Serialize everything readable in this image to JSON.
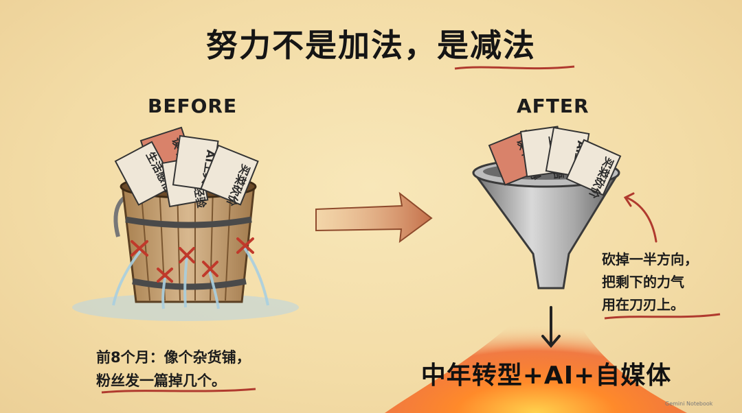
{
  "title": "努力不是加法，是减法",
  "before_label": "BEFORE",
  "after_label": "AFTER",
  "before_tags": [
    "读书心得",
    "生活感悟",
    "职场经验",
    "AI工具",
    "买菜砍价"
  ],
  "after_tags": [
    "读书心得",
    "生活感悟",
    "AI工具",
    "买菜砍价"
  ],
  "before_caption": {
    "line1": "前8个月：像个杂货铺，",
    "line2": "粉丝发一篇掉几个。"
  },
  "after_caption": {
    "line1": "砍掉一半方向，",
    "line2": "把剩下的力气",
    "line3": "用在刀刃上。"
  },
  "result_text": "中年转型+AI+自媒体",
  "watermark": "Gemini Notebook",
  "colors": {
    "background": "#f3dca6",
    "accent_red": "#c0392b",
    "arrow": "#c97a55",
    "wood": "#c9a27a",
    "funnel": "#9c9c9c",
    "glow": "#f06a1e"
  },
  "icons": [
    "bucket-icon",
    "funnel-icon",
    "right-arrow-icon",
    "down-arrow-icon",
    "curved-arrow-icon",
    "cross-mark-icon",
    "water-leak-icon"
  ]
}
